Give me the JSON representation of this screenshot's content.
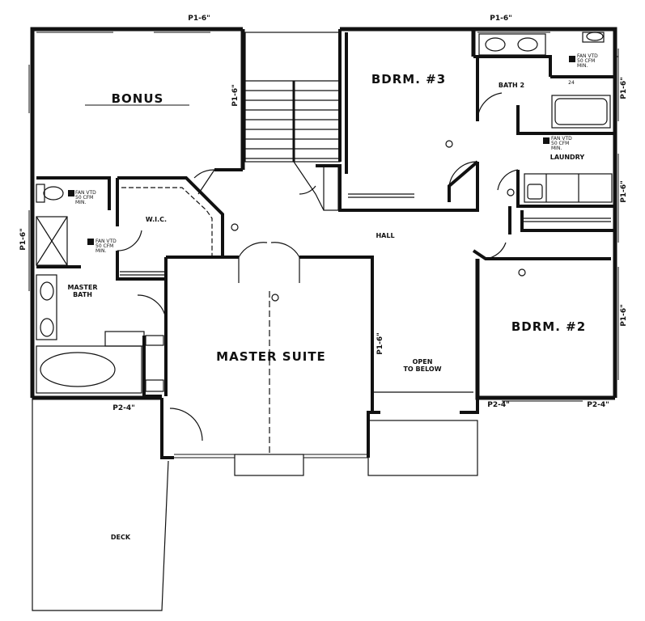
{
  "rooms": {
    "bonus": "BONUS",
    "bdrm3": "BDRM. #3",
    "bath2": "BATH 2",
    "laundry": "LAUNDRY",
    "wic": "W.I.C.",
    "hall": "HALL",
    "master_bath_1": "MASTER",
    "master_bath_2": "BATH",
    "master_suite": "MASTER SUITE",
    "open_1": "OPEN",
    "open_2": "TO BELOW",
    "bdrm2": "BDRM. #2",
    "deck": "DECK"
  },
  "dimensions": {
    "p16": "P1-6\"",
    "p24": "P2-4\"",
    "tub_24": "24"
  },
  "fan_note": {
    "line1": "FAN VTD",
    "line2": "50 CFM",
    "line3": "MIN."
  },
  "colors": {
    "wall": "#111111",
    "background": "#ffffff"
  }
}
